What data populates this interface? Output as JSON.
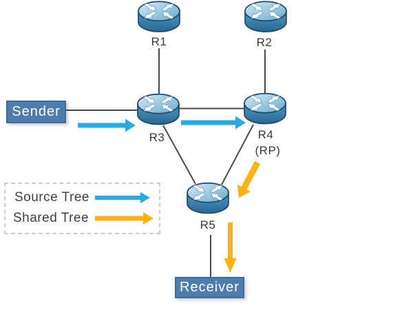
{
  "diagram_type": "network-topology",
  "nodes": {
    "r1": {
      "label": "R1",
      "icon": "router-icon"
    },
    "r2": {
      "label": "R2",
      "icon": "router-icon"
    },
    "r3": {
      "label": "R3",
      "icon": "router-icon"
    },
    "r4": {
      "label": "R4",
      "sublabel": "(RP)",
      "icon": "router-icon"
    },
    "r5": {
      "label": "R5",
      "icon": "router-icon"
    }
  },
  "endpoints": {
    "sender": {
      "label": "Sender"
    },
    "receiver": {
      "label": "Receiver"
    }
  },
  "links": [
    {
      "from": "Sender",
      "to": "R3"
    },
    {
      "from": "R1",
      "to": "R3"
    },
    {
      "from": "R2",
      "to": "R4"
    },
    {
      "from": "R3",
      "to": "R4"
    },
    {
      "from": "R3",
      "to": "R5"
    },
    {
      "from": "R4",
      "to": "R5"
    },
    {
      "from": "R5",
      "to": "Receiver"
    }
  ],
  "flows": [
    {
      "type": "source-tree",
      "from": "Sender",
      "to": "R3"
    },
    {
      "type": "source-tree",
      "from": "R3",
      "to": "R4"
    },
    {
      "type": "shared-tree",
      "from": "R4",
      "to": "R5"
    },
    {
      "type": "shared-tree",
      "from": "R5",
      "to": "Receiver"
    }
  ],
  "legend": {
    "items": [
      {
        "label": "Source Tree",
        "color": "#29abe2"
      },
      {
        "label": "Shared Tree",
        "color": "#f9b413"
      }
    ]
  },
  "colors": {
    "source_tree_arrow": "#29abe2",
    "shared_tree_arrow": "#f9b413",
    "endpoint_box_fill": "#4e7dad",
    "endpoint_box_border": "#3d6c9c",
    "endpoint_text": "#ffffff",
    "link_line": "#4a4a4a",
    "node_label_text": "#3a3a3a",
    "router_body": "#3a7fa9",
    "router_top": "#9dcbe2"
  }
}
